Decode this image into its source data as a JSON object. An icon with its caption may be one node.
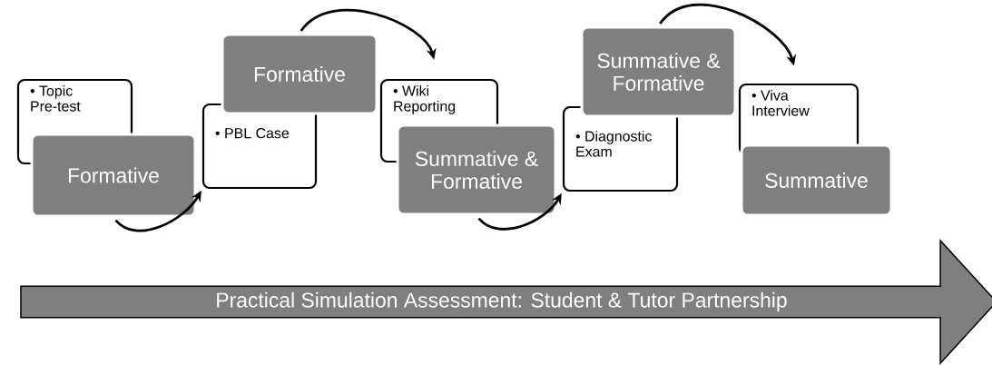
{
  "diagram": {
    "nodes": [
      {
        "text": [
          "• Topic Pre-test"
        ]
      },
      {
        "text": [
          "Formative"
        ]
      },
      {
        "text": [
          "• PBL Case"
        ]
      },
      {
        "text": [
          "Formative"
        ]
      },
      {
        "text": [
          "• Wiki Reporting"
        ]
      },
      {
        "text": [
          "Summative & Formative"
        ]
      },
      {
        "text": [
          "• Diagnostic Exam"
        ]
      },
      {
        "text": [
          "Summative & Formative"
        ]
      },
      {
        "text": [
          "• Viva Interview"
        ]
      },
      {
        "text": [
          "Summative"
        ]
      },
      {
        "text": [
          "Practical Simulation Assessment: Student & Tutor Partnership"
        ]
      }
    ],
    "edges": [
      {
        "from": 1,
        "to": 2,
        "arrow": "to"
      },
      {
        "from": 3,
        "to": 4,
        "arrow": "to"
      },
      {
        "from": 5,
        "to": 6,
        "arrow": "to"
      },
      {
        "from": 7,
        "to": 8,
        "arrow": "to"
      }
    ]
  }
}
